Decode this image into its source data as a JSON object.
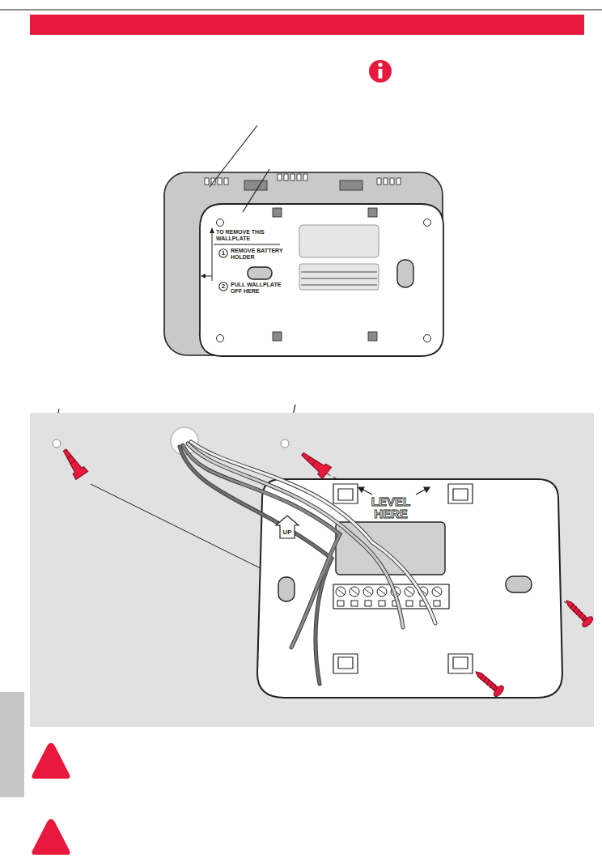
{
  "diagram": {
    "nodes": [
      {
        "text": [
          "1"
        ]
      },
      {
        "text": [
          "2"
        ]
      },
      {
        "text": [
          "UP"
        ]
      }
    ],
    "labels": [
      "TO REMOVE THIS WALLPLATE",
      "REMOVE BATTERY HOLDER",
      "PULL WALLPLATE OFF HERE",
      "LEVEL HERE"
    ]
  }
}
